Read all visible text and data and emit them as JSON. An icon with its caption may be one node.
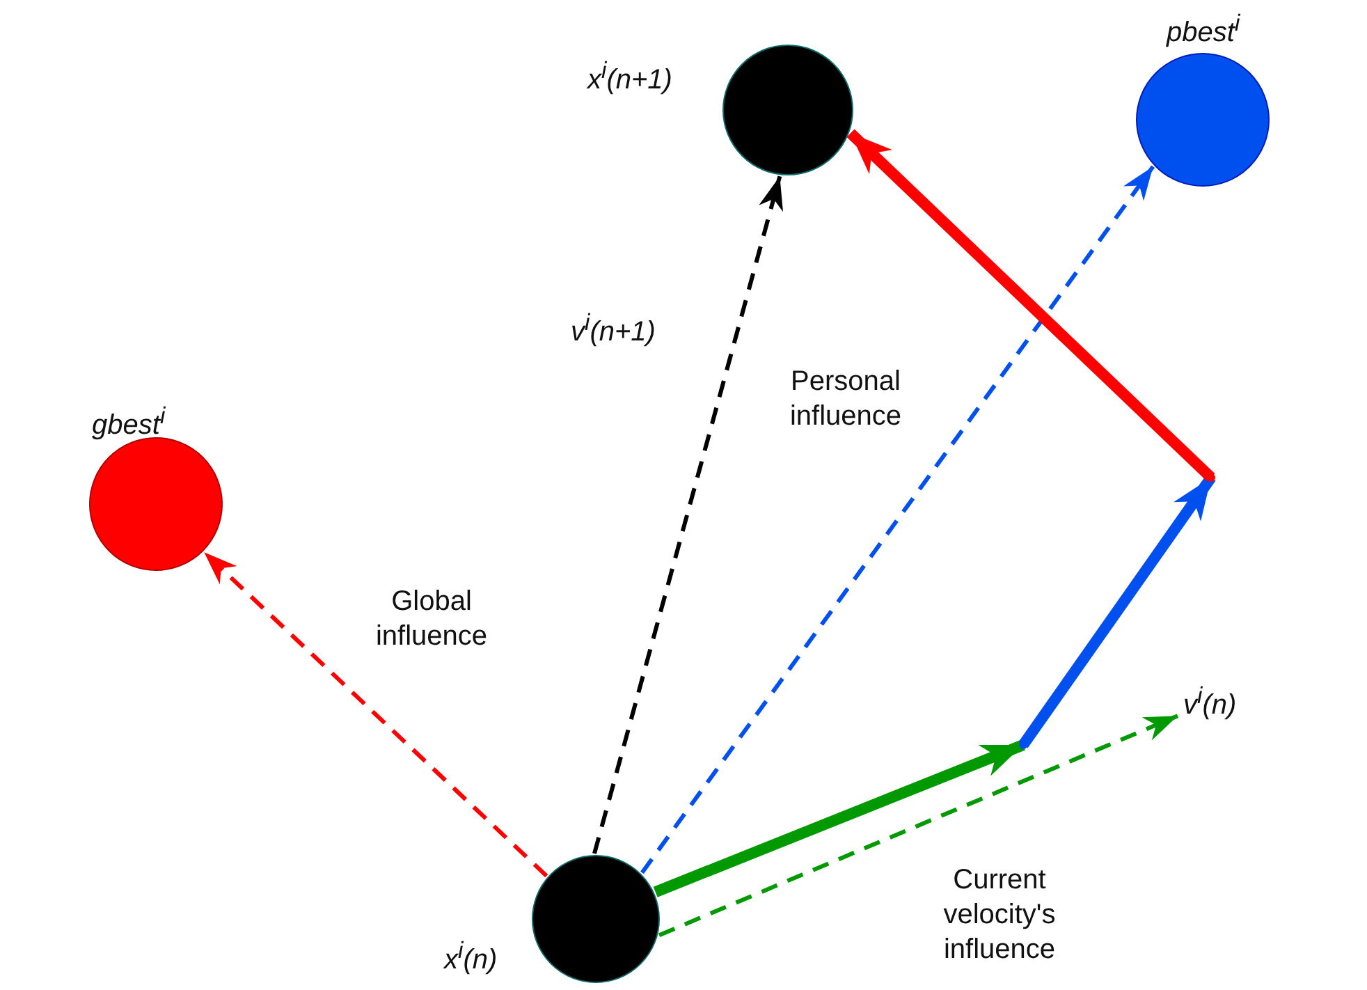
{
  "diagram": {
    "nodes": [
      {
        "text": [
          "gbest$^{i}$"
        ]
      },
      {
        "text": [
          "x$^{i}$(n+1)"
        ]
      },
      {
        "text": [
          "pbest$^{i}$"
        ]
      },
      {
        "text": [
          "x$^{i}$(n)"
        ]
      },
      {
        "text": [
          "v$^{i}$(n)"
        ]
      },
      {
        "text": [],
        "shape": "point"
      },
      {
        "text": [],
        "shape": "point"
      }
    ],
    "edges": [
      {
        "from": 3,
        "to": 0,
        "arrow": "to",
        "style": "dashed",
        "color": "#ff0000",
        "label": "Global influence"
      },
      {
        "from": 3,
        "to": 1,
        "arrow": "to",
        "style": "dashed",
        "color": "#000000",
        "label": "v$^{i}$(n+1)"
      },
      {
        "from": 3,
        "to": 2,
        "arrow": "to",
        "style": "dashed",
        "color": "#0050ef",
        "label": "Personal influence"
      },
      {
        "from": 3,
        "to": 4,
        "arrow": "to",
        "style": "dashed",
        "color": "#009900",
        "label": "Current velocity's influence"
      },
      {
        "from": 3,
        "to": 5,
        "arrow": "to",
        "style": "thick",
        "color": "#009900"
      },
      {
        "from": 5,
        "to": 6,
        "arrow": "to",
        "style": "thick",
        "color": "#0050ef"
      },
      {
        "from": 6,
        "to": 1,
        "arrow": "to",
        "style": "thick",
        "color": "#ff0000"
      }
    ]
  }
}
